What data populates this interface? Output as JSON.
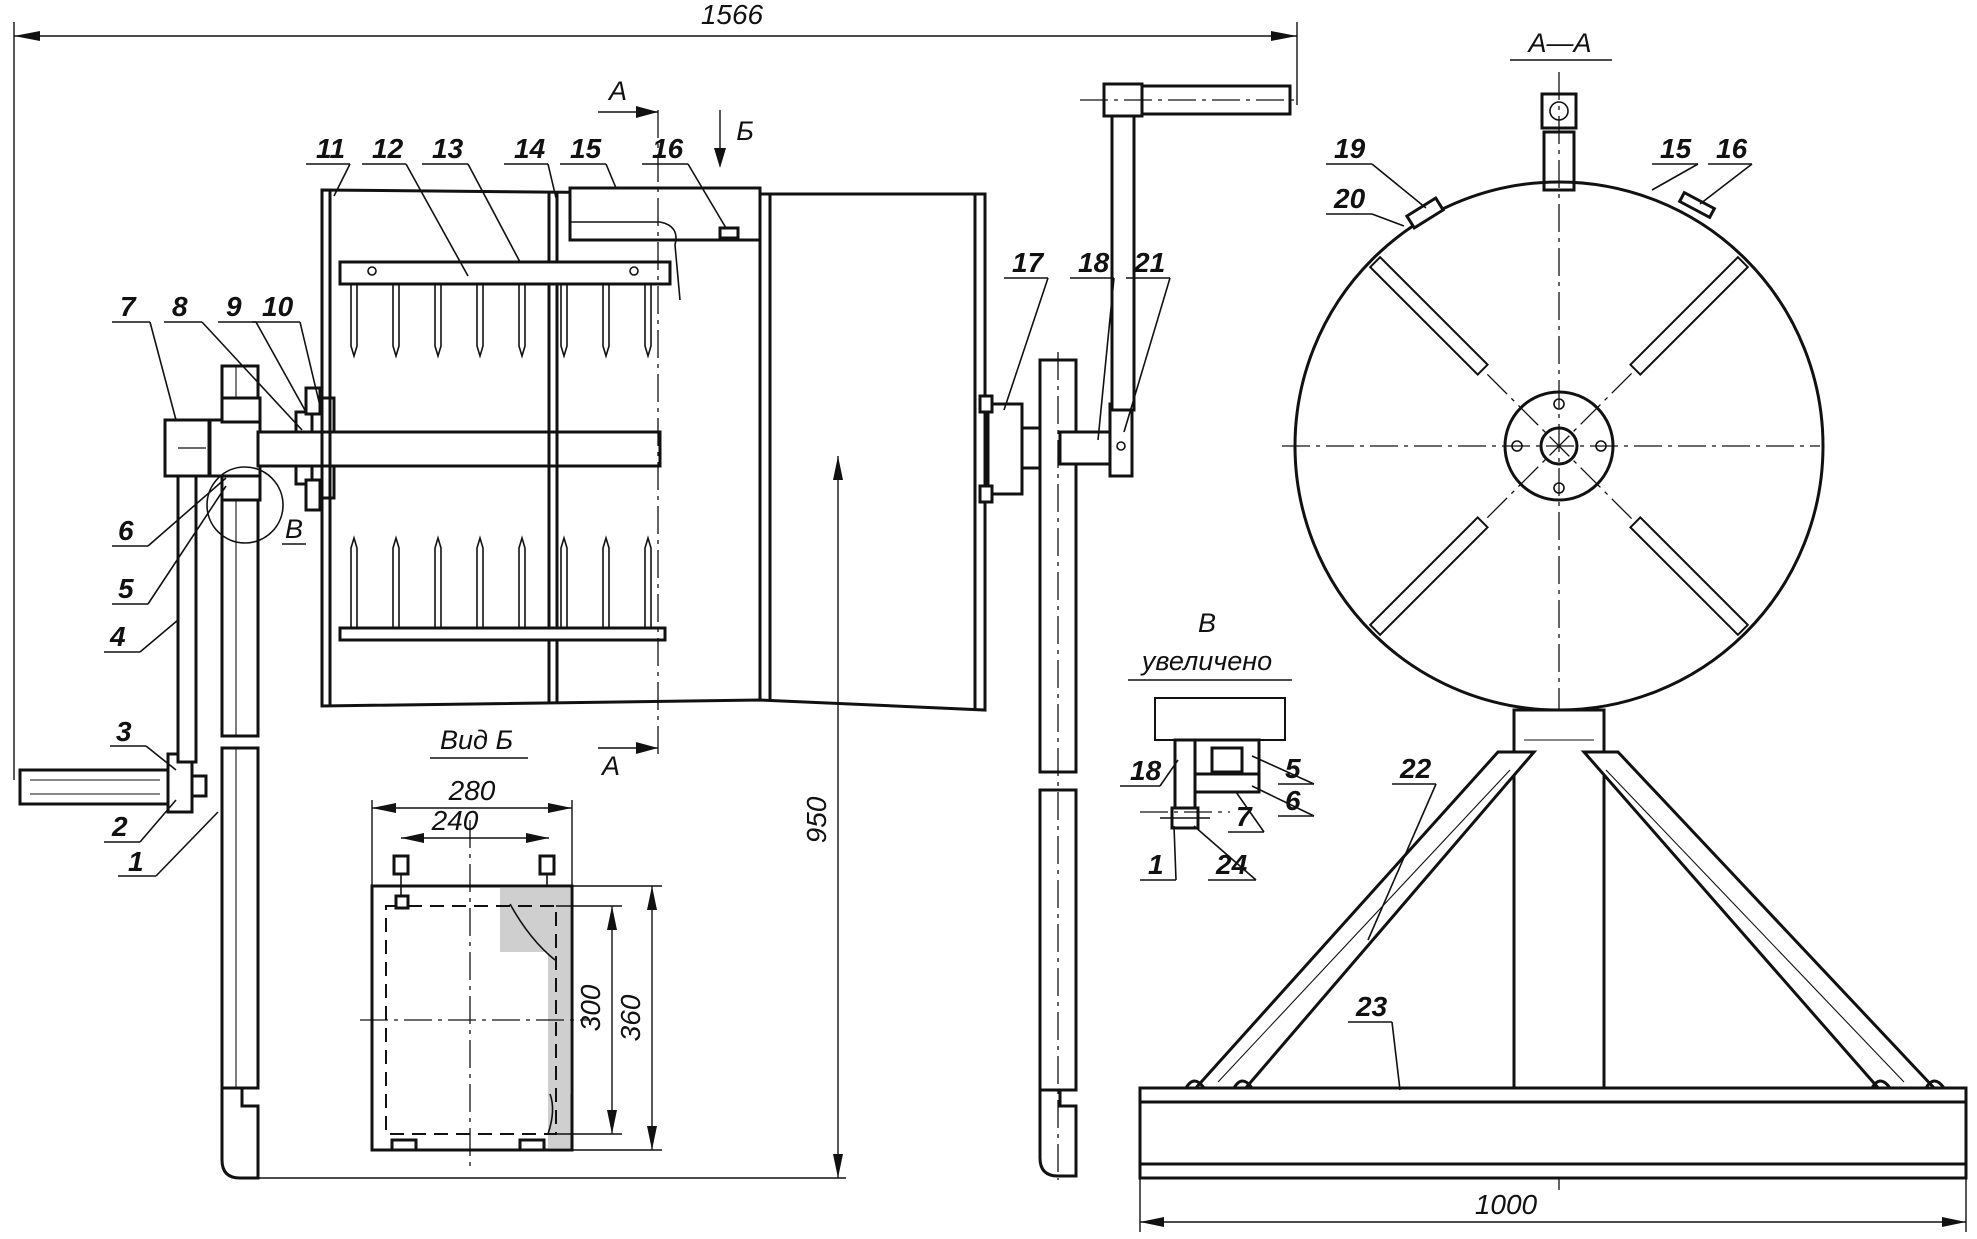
{
  "dimensions": {
    "overall_length": "1566",
    "height": "950",
    "base_width": "1000",
    "hatch_outer_width": "280",
    "hatch_inner_width": "240",
    "hatch_inner_height": "300",
    "hatch_outer_height": "360"
  },
  "section_labels": {
    "section_a_top": "А",
    "section_a_bottom": "А",
    "view_b_arrow": "Б",
    "detail_v_marker": "В",
    "section_view_title": "А—А",
    "view_b_title": "Вид Б",
    "detail_title": "В",
    "detail_subtitle": "увеличено"
  },
  "callouts": {
    "main_view": [
      "1",
      "2",
      "3",
      "4",
      "5",
      "6",
      "7",
      "8",
      "9",
      "10",
      "11",
      "12",
      "13",
      "14",
      "15",
      "16",
      "17",
      "18",
      "21"
    ],
    "section_view": [
      "19",
      "20",
      "15",
      "16",
      "22",
      "23"
    ],
    "detail_view": [
      "18",
      "5",
      "6",
      "7",
      "1",
      "24"
    ]
  }
}
